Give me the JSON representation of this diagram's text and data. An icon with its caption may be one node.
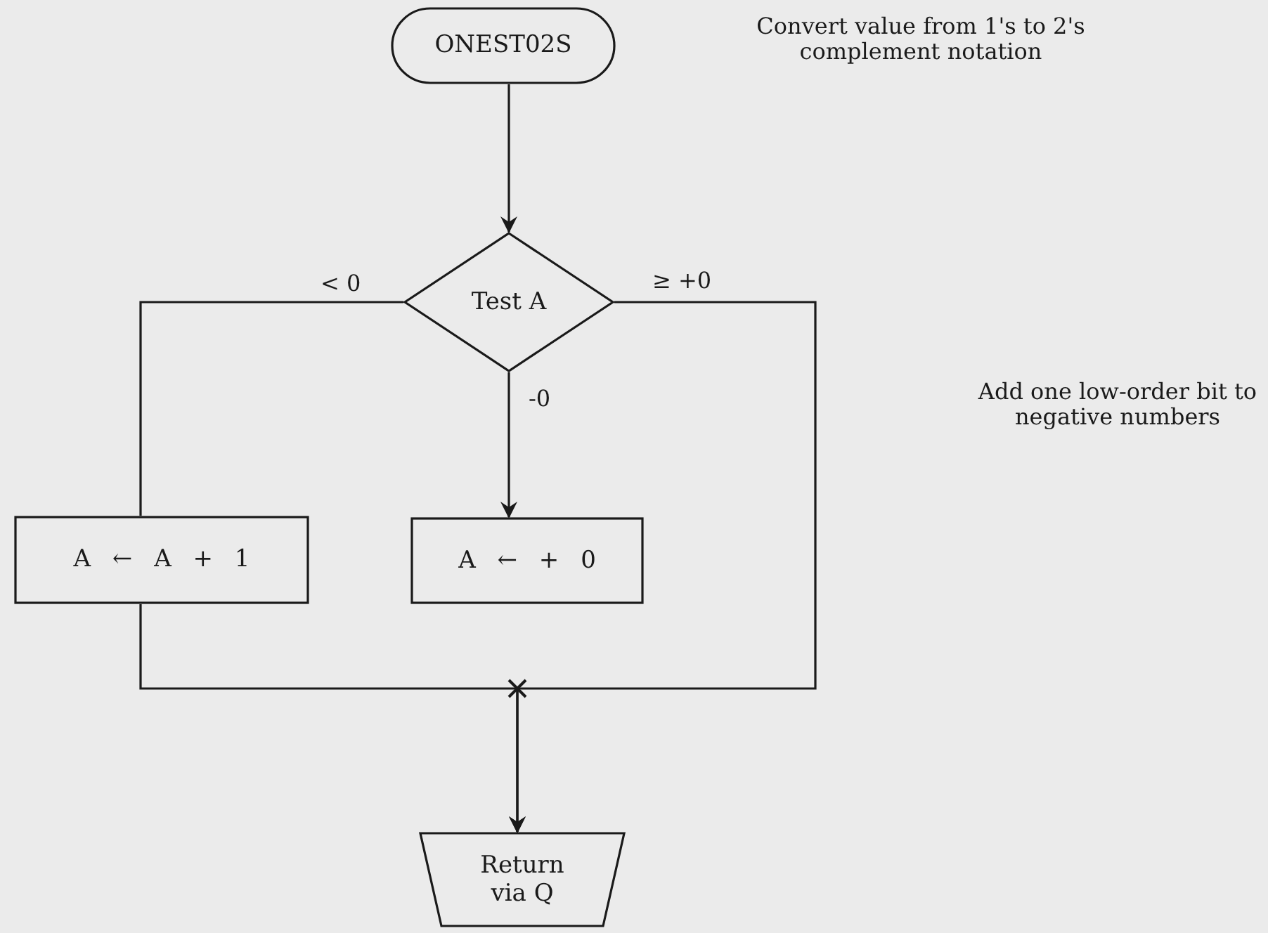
{
  "diagram": {
    "nodes": [
      {
        "text": [
          "ONEST02S"
        ]
      },
      {
        "text": [
          "Test A"
        ]
      },
      {
        "text": [
          "A ← A + 1"
        ]
      },
      {
        "text": [
          "A ← + 0"
        ]
      },
      {
        "text": [
          "Return via Q"
        ]
      }
    ],
    "edges": [
      {
        "from": 0,
        "to": 1,
        "arrow": "to"
      },
      {
        "from": 1,
        "to": 2,
        "label": "< 0",
        "arrow": "none"
      },
      {
        "from": 1,
        "to": 3,
        "label": "-0",
        "arrow": "to"
      },
      {
        "from": 1,
        "to": 4,
        "label": "≥ +0",
        "arrow": "to"
      },
      {
        "from": 2,
        "to": 4,
        "arrow": "to"
      }
    ],
    "labels": [
      "Convert value from 1's to 2's complement notation",
      "Add one low-order bit to negative numbers"
    ]
  }
}
